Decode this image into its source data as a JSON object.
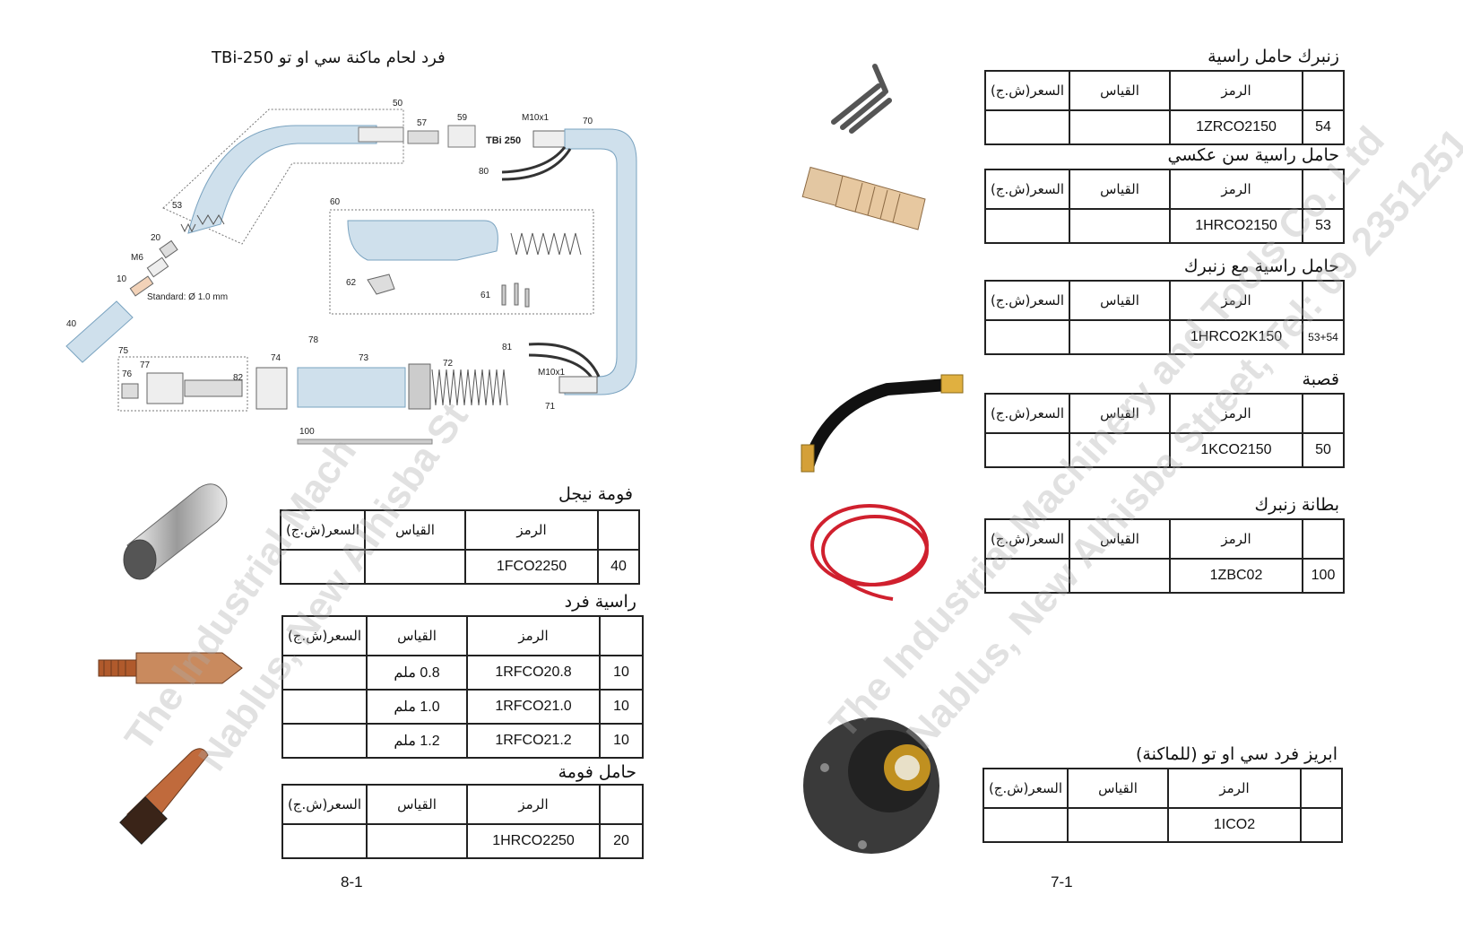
{
  "left_page": {
    "diagram": {
      "title": "فرد لحام ماكنة سي او تو TBi-250",
      "model_label": "TBi 250",
      "standard_label": "Standard: Ø 1.0 mm",
      "thread_label": "M10x1",
      "thread_label_2": "M10x1",
      "m6_label": "M6",
      "part_numbers": [
        "50",
        "57",
        "59",
        "70",
        "80",
        "53",
        "60",
        "20",
        "10",
        "40",
        "62",
        "61",
        "78",
        "75",
        "77",
        "76",
        "82",
        "74",
        "73",
        "72",
        "81",
        "71",
        "100"
      ]
    },
    "sections": [
      {
        "title": "فومة نيجل",
        "headers": [
          "السعر(ش.ج)",
          "القياس",
          "الرمز",
          ""
        ],
        "rows": [
          {
            "price": "",
            "size": "",
            "code": "1FCO2250",
            "num": "40"
          }
        ]
      },
      {
        "title": "راسية فرد",
        "headers": [
          "السعر(ش.ج)",
          "القياس",
          "الرمز",
          ""
        ],
        "rows": [
          {
            "price": "",
            "size": "0.8 ملم",
            "code": "1RFCO20.8",
            "num": "10"
          },
          {
            "price": "",
            "size": "1.0 ملم",
            "code": "1RFCO21.0",
            "num": "10"
          },
          {
            "price": "",
            "size": "1.2 ملم",
            "code": "1RFCO21.2",
            "num": "10"
          }
        ]
      },
      {
        "title": "حامل فومة",
        "headers": [
          "السعر(ش.ج)",
          "القياس",
          "الرمز",
          ""
        ],
        "rows": [
          {
            "price": "",
            "size": "",
            "code": "1HRCO2250",
            "num": "20"
          }
        ]
      }
    ],
    "page_number": "8-1"
  },
  "right_page": {
    "sections": [
      {
        "title": "زنبرك حامل راسية",
        "headers": [
          "السعر(ش.ج)",
          "القياس",
          "الرمز",
          ""
        ],
        "rows": [
          {
            "price": "",
            "size": "",
            "code": "1ZRCO2150",
            "num": "54"
          }
        ]
      },
      {
        "title": "حامل راسية سن عكسي",
        "headers": [
          "السعر(ش.ج)",
          "القياس",
          "الرمز",
          ""
        ],
        "rows": [
          {
            "price": "",
            "size": "",
            "code": "1HRCO2150",
            "num": "53"
          }
        ]
      },
      {
        "title": "حامل راسية مع زنبرك",
        "headers": [
          "السعر(ش.ج)",
          "القياس",
          "الرمز",
          ""
        ],
        "rows": [
          {
            "price": "",
            "size": "",
            "code": "1HRCO2K150",
            "num": "53+54"
          }
        ]
      },
      {
        "title": "قصبة",
        "headers": [
          "السعر(ش.ج)",
          "القياس",
          "الرمز",
          ""
        ],
        "rows": [
          {
            "price": "",
            "size": "",
            "code": "1KCO2150",
            "num": "50"
          }
        ]
      },
      {
        "title": "بطانة زنبرك",
        "headers": [
          "السعر(ش.ج)",
          "القياس",
          "الرمز",
          ""
        ],
        "rows": [
          {
            "price": "",
            "size": "",
            "code": "1ZBC02",
            "num": "100"
          }
        ]
      },
      {
        "title": "ابريز فرد سي او تو (للماكنة)",
        "headers": [
          "السعر(ش.ج)",
          "القياس",
          "الرمز",
          ""
        ],
        "rows": [
          {
            "price": "",
            "size": "",
            "code": "1ICO2",
            "num": ""
          }
        ]
      }
    ],
    "page_number": "7-1"
  },
  "watermarks": {
    "left_line1": "The Industrial Mach",
    "left_line2": "Nablus, New Alhisba St",
    "right_line1": "The Industrial Machinery and Tools Co. Ltd",
    "right_line2": "Nablus, New Alhisba Street, Tel: 09 2351251"
  },
  "colors": {
    "hose": "#cfe0ec",
    "hose_stroke": "#7aa3c0",
    "copper": "#c06a3c",
    "cable_red": "#d0202e",
    "connector": "#3a3a3a"
  }
}
